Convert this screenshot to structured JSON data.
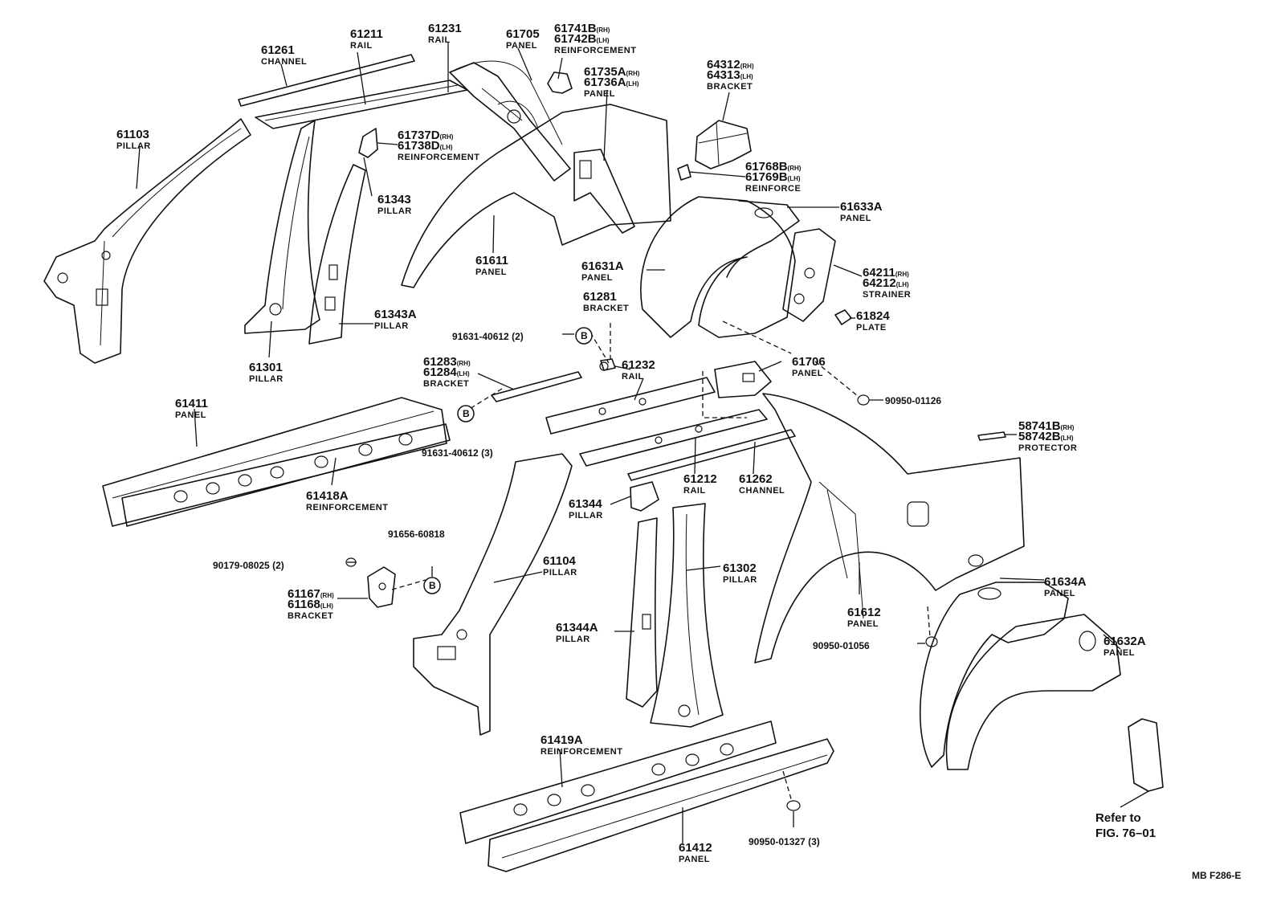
{
  "diagram_id": "MB F286-E",
  "refer": [
    "Refer to",
    "FIG. 76–01"
  ],
  "callouts": [
    {
      "id": "61261",
      "lines": [
        {
          "t": "61261"
        },
        {
          "t": "CHANNEL",
          "k": "nm"
        }
      ]
    },
    {
      "id": "61211",
      "lines": [
        {
          "t": "61211"
        },
        {
          "t": "RAIL",
          "k": "nm"
        }
      ]
    },
    {
      "id": "61231",
      "lines": [
        {
          "t": "61231"
        },
        {
          "t": "RAIL",
          "k": "nm"
        }
      ]
    },
    {
      "id": "61705",
      "lines": [
        {
          "t": "61705"
        },
        {
          "t": "PANEL",
          "k": "nm"
        }
      ]
    },
    {
      "id": "61741B",
      "lines": [
        {
          "t": "61741B",
          "s": "(RH)"
        },
        {
          "t": "61742B",
          "s": "(LH)"
        },
        {
          "t": "REINFORCEMENT",
          "k": "nm"
        }
      ]
    },
    {
      "id": "61735A",
      "lines": [
        {
          "t": "61735A",
          "s": "(RH)"
        },
        {
          "t": "61736A",
          "s": "(LH)"
        },
        {
          "t": "PANEL",
          "k": "nm"
        }
      ]
    },
    {
      "id": "64312",
      "lines": [
        {
          "t": "64312",
          "s": "(RH)"
        },
        {
          "t": "64313",
          "s": "(LH)"
        },
        {
          "t": "BRACKET",
          "k": "nm"
        }
      ]
    },
    {
      "id": "61103",
      "lines": [
        {
          "t": "61103"
        },
        {
          "t": "PILLAR",
          "k": "nm"
        }
      ]
    },
    {
      "id": "61737D",
      "lines": [
        {
          "t": "61737D",
          "s": "(RH)"
        },
        {
          "t": "61738D",
          "s": "(LH)"
        },
        {
          "t": "REINFORCEMENT",
          "k": "nm"
        }
      ]
    },
    {
      "id": "61768B",
      "lines": [
        {
          "t": "61768B",
          "s": "(RH)"
        },
        {
          "t": "61769B",
          "s": "(LH)"
        },
        {
          "t": "REINFORCE",
          "k": "nm"
        }
      ]
    },
    {
      "id": "61343",
      "lines": [
        {
          "t": "61343"
        },
        {
          "t": "PILLAR",
          "k": "nm"
        }
      ]
    },
    {
      "id": "61633A",
      "lines": [
        {
          "t": "61633A"
        },
        {
          "t": "PANEL",
          "k": "nm"
        }
      ]
    },
    {
      "id": "61611",
      "lines": [
        {
          "t": "61611"
        },
        {
          "t": "PANEL",
          "k": "nm"
        }
      ]
    },
    {
      "id": "61631A",
      "lines": [
        {
          "t": "61631A"
        },
        {
          "t": "PANEL",
          "k": "nm"
        }
      ]
    },
    {
      "id": "64211",
      "lines": [
        {
          "t": "64211",
          "s": "(RH)"
        },
        {
          "t": "64212",
          "s": "(LH)"
        },
        {
          "t": "STRAINER",
          "k": "nm"
        }
      ]
    },
    {
      "id": "61281",
      "lines": [
        {
          "t": "61281"
        },
        {
          "t": "BRACKET",
          "k": "nm"
        }
      ]
    },
    {
      "id": "61343A",
      "lines": [
        {
          "t": "61343A"
        },
        {
          "t": "PILLAR",
          "k": "nm"
        }
      ]
    },
    {
      "id": "61824",
      "lines": [
        {
          "t": "61824"
        },
        {
          "t": "PLATE",
          "k": "nm"
        }
      ]
    },
    {
      "id": "61232",
      "lines": [
        {
          "t": "61232"
        },
        {
          "t": "RAIL",
          "k": "nm"
        }
      ]
    },
    {
      "id": "61706",
      "lines": [
        {
          "t": "61706"
        },
        {
          "t": "PANEL",
          "k": "nm"
        }
      ]
    },
    {
      "id": "61301",
      "lines": [
        {
          "t": "61301"
        },
        {
          "t": "PILLAR",
          "k": "nm"
        }
      ]
    },
    {
      "id": "61283",
      "lines": [
        {
          "t": "61283",
          "s": "(RH)"
        },
        {
          "t": "61284",
          "s": "(LH)"
        },
        {
          "t": "BRACKET",
          "k": "nm"
        }
      ]
    },
    {
      "id": "61411",
      "lines": [
        {
          "t": "61411"
        },
        {
          "t": "PANEL",
          "k": "nm"
        }
      ]
    },
    {
      "id": "58741B",
      "lines": [
        {
          "t": "58741B",
          "s": "(RH)"
        },
        {
          "t": "58742B",
          "s": "(LH)"
        },
        {
          "t": "PROTECTOR",
          "k": "nm"
        }
      ]
    },
    {
      "id": "61212",
      "lines": [
        {
          "t": "61212"
        },
        {
          "t": "RAIL",
          "k": "nm"
        }
      ]
    },
    {
      "id": "61262",
      "lines": [
        {
          "t": "61262"
        },
        {
          "t": "CHANNEL",
          "k": "nm"
        }
      ]
    },
    {
      "id": "61418A",
      "lines": [
        {
          "t": "61418A"
        },
        {
          "t": "REINFORCEMENT",
          "k": "nm"
        }
      ]
    },
    {
      "id": "61344",
      "lines": [
        {
          "t": "61344"
        },
        {
          "t": "PILLAR",
          "k": "nm"
        }
      ]
    },
    {
      "id": "61104",
      "lines": [
        {
          "t": "61104"
        },
        {
          "t": "PILLAR",
          "k": "nm"
        }
      ]
    },
    {
      "id": "61302",
      "lines": [
        {
          "t": "61302"
        },
        {
          "t": "PILLAR",
          "k": "nm"
        }
      ]
    },
    {
      "id": "61167",
      "lines": [
        {
          "t": "61167",
          "s": "(RH)"
        },
        {
          "t": "61168",
          "s": "(LH)"
        },
        {
          "t": "BRACKET",
          "k": "nm"
        }
      ]
    },
    {
      "id": "61634A",
      "lines": [
        {
          "t": "61634A"
        },
        {
          "t": "PANEL",
          "k": "nm"
        }
      ]
    },
    {
      "id": "61612",
      "lines": [
        {
          "t": "61612"
        },
        {
          "t": "PANEL",
          "k": "nm"
        }
      ]
    },
    {
      "id": "61344A",
      "lines": [
        {
          "t": "61344A"
        },
        {
          "t": "PILLAR",
          "k": "nm"
        }
      ]
    },
    {
      "id": "61632A",
      "lines": [
        {
          "t": "61632A"
        },
        {
          "t": "PANEL",
          "k": "nm"
        }
      ]
    },
    {
      "id": "61419A",
      "lines": [
        {
          "t": "61419A"
        },
        {
          "t": "REINFORCEMENT",
          "k": "nm"
        }
      ]
    },
    {
      "id": "61412",
      "lines": [
        {
          "t": "61412"
        },
        {
          "t": "PANEL",
          "k": "nm"
        }
      ]
    }
  ],
  "fasteners": [
    {
      "id": "f1",
      "code": "91631-40612 (2)",
      "mark": "B"
    },
    {
      "id": "f2",
      "code": "91631-40612 (3)",
      "mark": "B"
    },
    {
      "id": "f3",
      "code": "90950-01126"
    },
    {
      "id": "f4",
      "code": "90179-08025 (2)"
    },
    {
      "id": "f5",
      "code": "91656-60818",
      "mark": "B"
    },
    {
      "id": "f6",
      "code": "90950-01056"
    },
    {
      "id": "f7",
      "code": "90950-01327 (3)"
    }
  ]
}
